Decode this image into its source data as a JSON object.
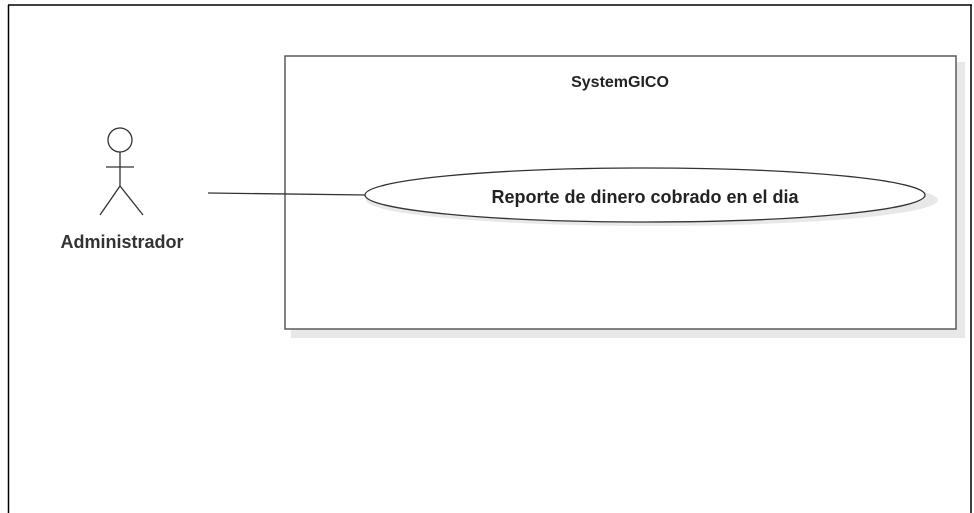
{
  "diagram": {
    "type": "use-case",
    "system": {
      "title": "SystemGICO"
    },
    "actor": {
      "label": "Administrador"
    },
    "use_cases": [
      {
        "label": "Reporte de dinero cobrado en el dia"
      }
    ],
    "associations": [
      {
        "from": "Administrador",
        "to": "Reporte de dinero cobrado en el dia"
      }
    ]
  }
}
